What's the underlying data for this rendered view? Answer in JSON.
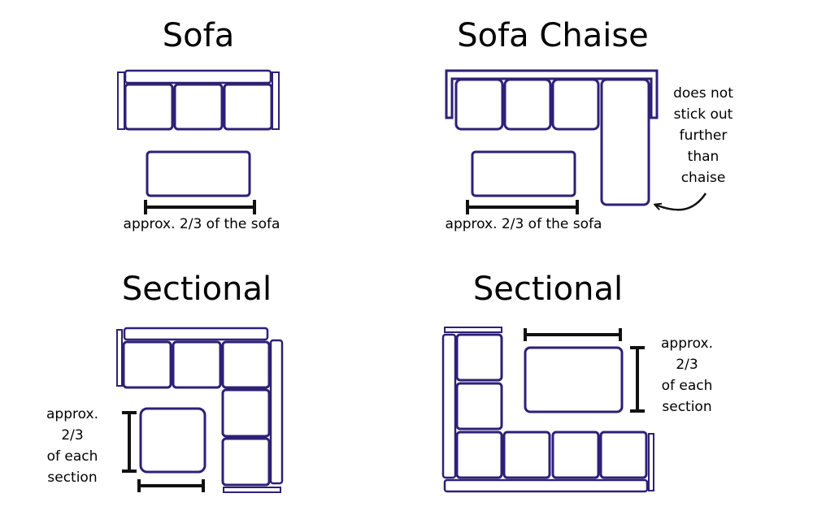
{
  "colors": {
    "outline": "#2e2076",
    "dimension": "#111111",
    "background": "#ffffff"
  },
  "panels": {
    "sofa": {
      "title": "Sofa",
      "caption": "approx. 2/3 of the sofa"
    },
    "sofa_chaise": {
      "title": "Sofa Chaise",
      "caption": "approx. 2/3 of the sofa",
      "note_lines": [
        "does not",
        "stick out",
        "further",
        "than",
        "chaise"
      ]
    },
    "sectional_left": {
      "title": "Sectional",
      "note_lines": [
        "approx.",
        "2/3",
        "of each",
        "section"
      ]
    },
    "sectional_right": {
      "title": "Sectional",
      "note_lines": [
        "approx.",
        "2/3",
        "of each",
        "section"
      ]
    }
  }
}
